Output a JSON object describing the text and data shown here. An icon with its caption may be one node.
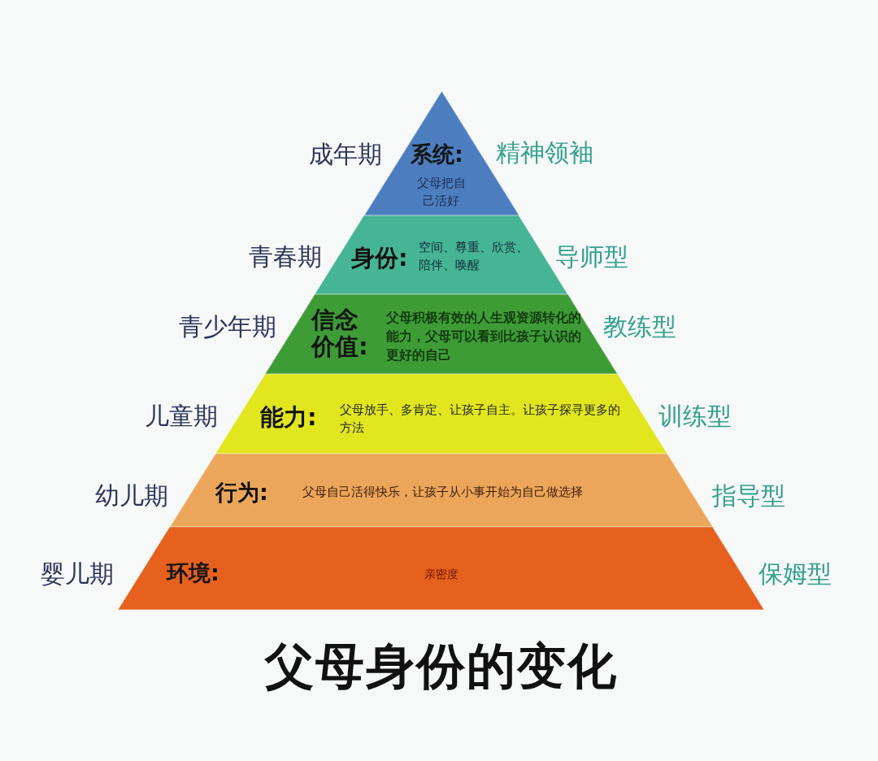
{
  "diagram": {
    "title": "父母身份的变化",
    "nodes": [
      {
        "text": [
          "系统:",
          "父母把自己活好"
        ],
        "beside": [
          "成年期",
          "精神领袖"
        ]
      },
      {
        "text": [
          "身份:",
          "空间、尊重、欣赏、陪伴、唤醒"
        ],
        "beside": [
          "青春期",
          "导师型"
        ]
      },
      {
        "text": [
          "信念价值:",
          "父母积极有效的人生观资源转化的能力，父母可以看到比孩子认识的更好的自己"
        ],
        "beside": [
          "青少年期",
          "教练型"
        ]
      },
      {
        "text": [
          "能力:",
          "父母放手、多肯定、让孩子自主。让孩子探寻更多的方法"
        ],
        "beside": [
          "儿童期",
          "训练型"
        ]
      },
      {
        "text": [
          "行为:",
          "父母自己活得快乐，让孩子从小事开始为自己做选择"
        ],
        "beside": [
          "幼儿期",
          "指导型"
        ]
      },
      {
        "text": [
          "环境:",
          "亲密度"
        ],
        "beside": [
          "婴儿期",
          "保姆型"
        ]
      }
    ]
  }
}
